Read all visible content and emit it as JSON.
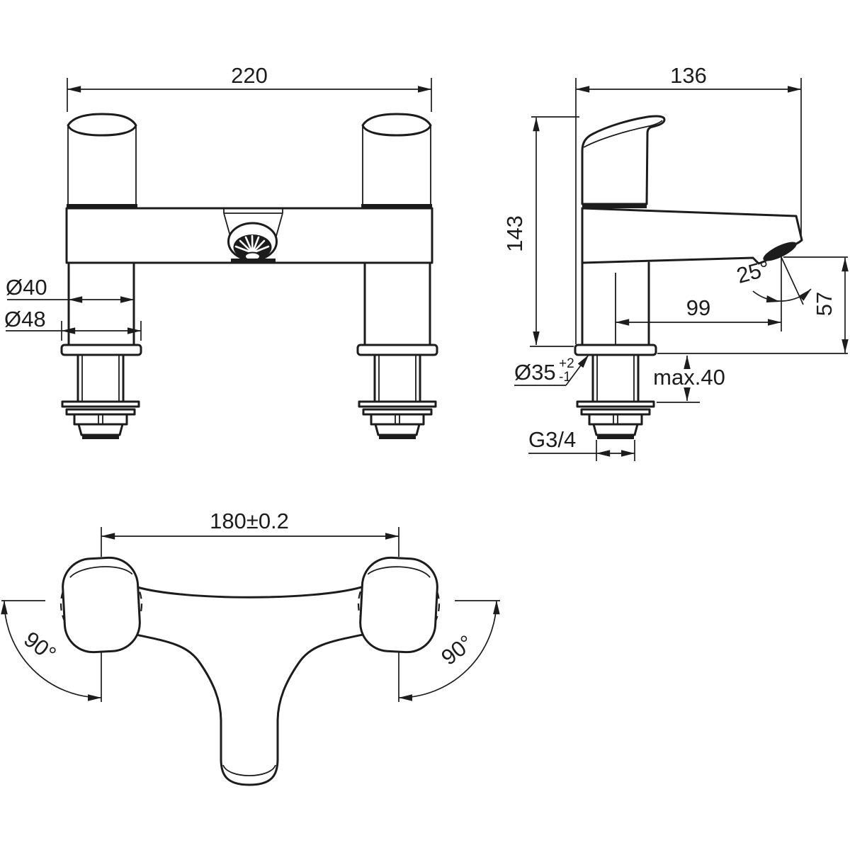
{
  "meta": {
    "description": "Technical dimension drawing of a two-handle deck-mounted bath filler tap, three orthographic views",
    "background_color": "#ffffff",
    "line_color": "#1c1c1c"
  },
  "front_view": {
    "overall_width": "220",
    "pillar_diameter": "Ø40",
    "base_diameter": "Ø48"
  },
  "side_view": {
    "depth": "136",
    "height": "143",
    "spout_angle": "25°",
    "spout_reach": "99",
    "outlet_height": "57",
    "hole_diameter": "Ø35",
    "hole_tol_plus": "+2",
    "hole_tol_minus": "-1",
    "max_deck_thickness": "max.40",
    "connection_thread": "G3/4"
  },
  "plan_view": {
    "hole_centres": "180±0.2",
    "handle_turn_left": "90°",
    "handle_turn_right": "90°"
  }
}
